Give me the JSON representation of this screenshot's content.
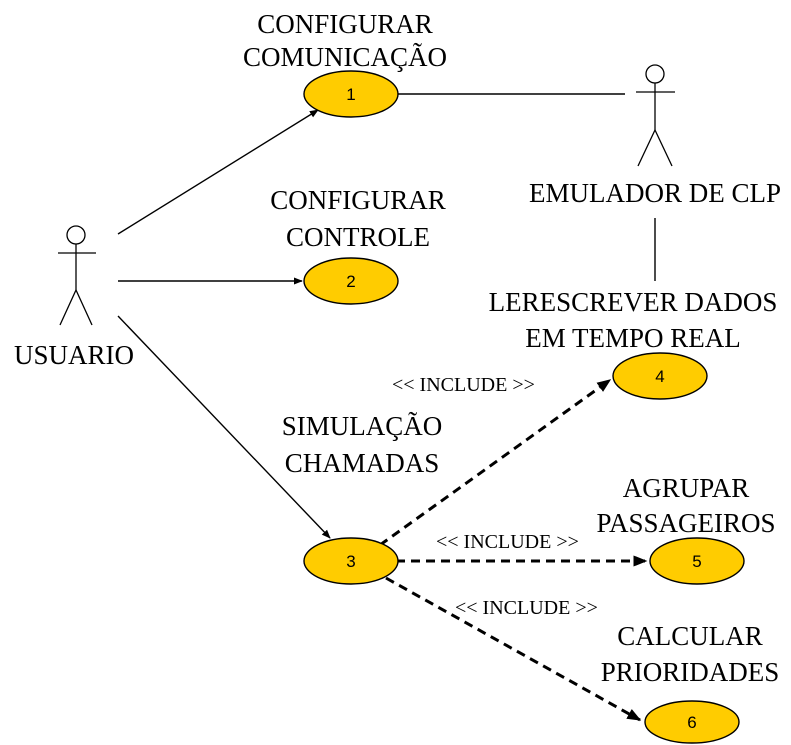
{
  "colors": {
    "usecase_fill": "#FFCC00",
    "stroke": "#000000",
    "background": "#FFFFFF"
  },
  "actors": {
    "usuario": {
      "name": "USUARIO"
    },
    "emulador": {
      "name": "EMULADOR DE CLP"
    }
  },
  "use_cases": [
    {
      "number": "1",
      "label_lines": [
        "CONFIGURAR",
        "COMUNICAÇÃO"
      ]
    },
    {
      "number": "2",
      "label_lines": [
        "CONFIGURAR",
        "CONTROLE"
      ]
    },
    {
      "number": "3",
      "label_lines": [
        "SIMULAÇÃO",
        "CHAMADAS"
      ]
    },
    {
      "number": "4",
      "label_lines": [
        "LERESCREVER DADOS",
        "EM TEMPO REAL"
      ]
    },
    {
      "number": "5",
      "label_lines": [
        "AGRUPAR",
        "PASSAGEIROS"
      ]
    },
    {
      "number": "6",
      "label_lines": [
        "CALCULAR",
        "PRIORIDADES"
      ]
    }
  ],
  "relations": {
    "include_label": "<< INCLUDE >>"
  }
}
